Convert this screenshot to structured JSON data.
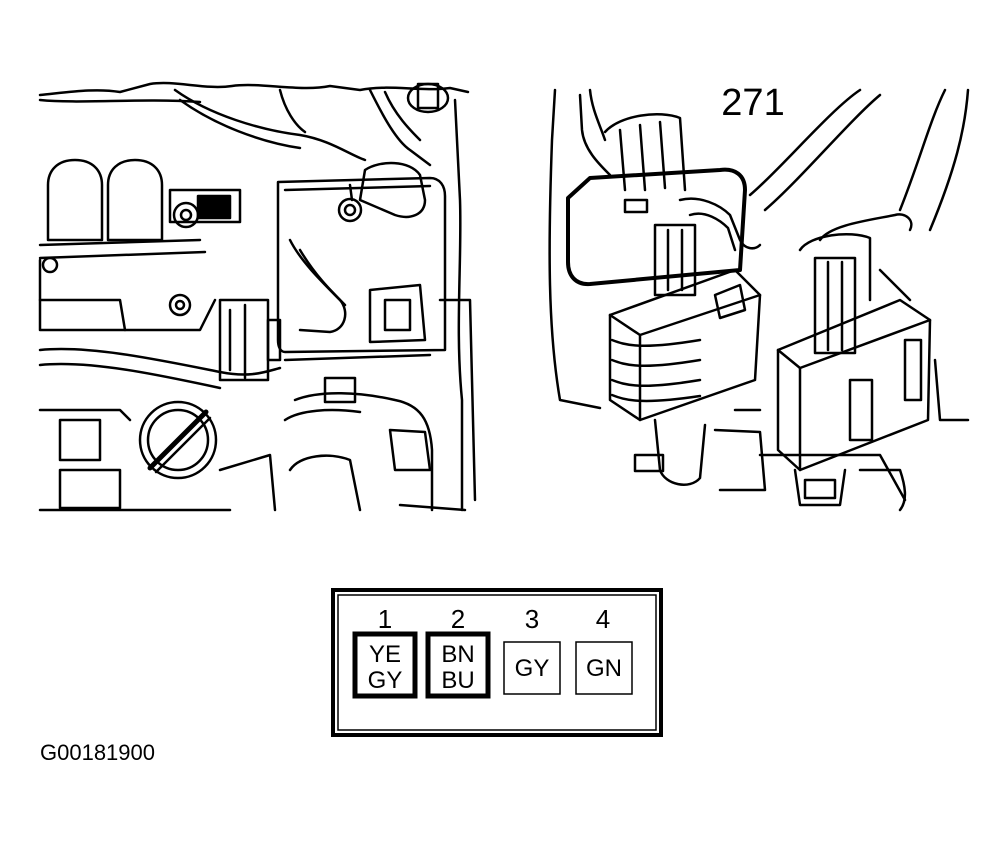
{
  "figure": {
    "callout": "271",
    "caption_id": "G00181900"
  },
  "connector": {
    "pins": [
      {
        "number": "1",
        "wire_lines": [
          "YE",
          "GY"
        ],
        "highlighted": true
      },
      {
        "number": "2",
        "wire_lines": [
          "BN",
          "BU"
        ],
        "highlighted": true
      },
      {
        "number": "3",
        "wire_lines": [
          "GY"
        ],
        "highlighted": false
      },
      {
        "number": "4",
        "wire_lines": [
          "GN"
        ],
        "highlighted": false
      }
    ]
  },
  "colors": {
    "ink": "#000000",
    "paper": "#ffffff"
  }
}
